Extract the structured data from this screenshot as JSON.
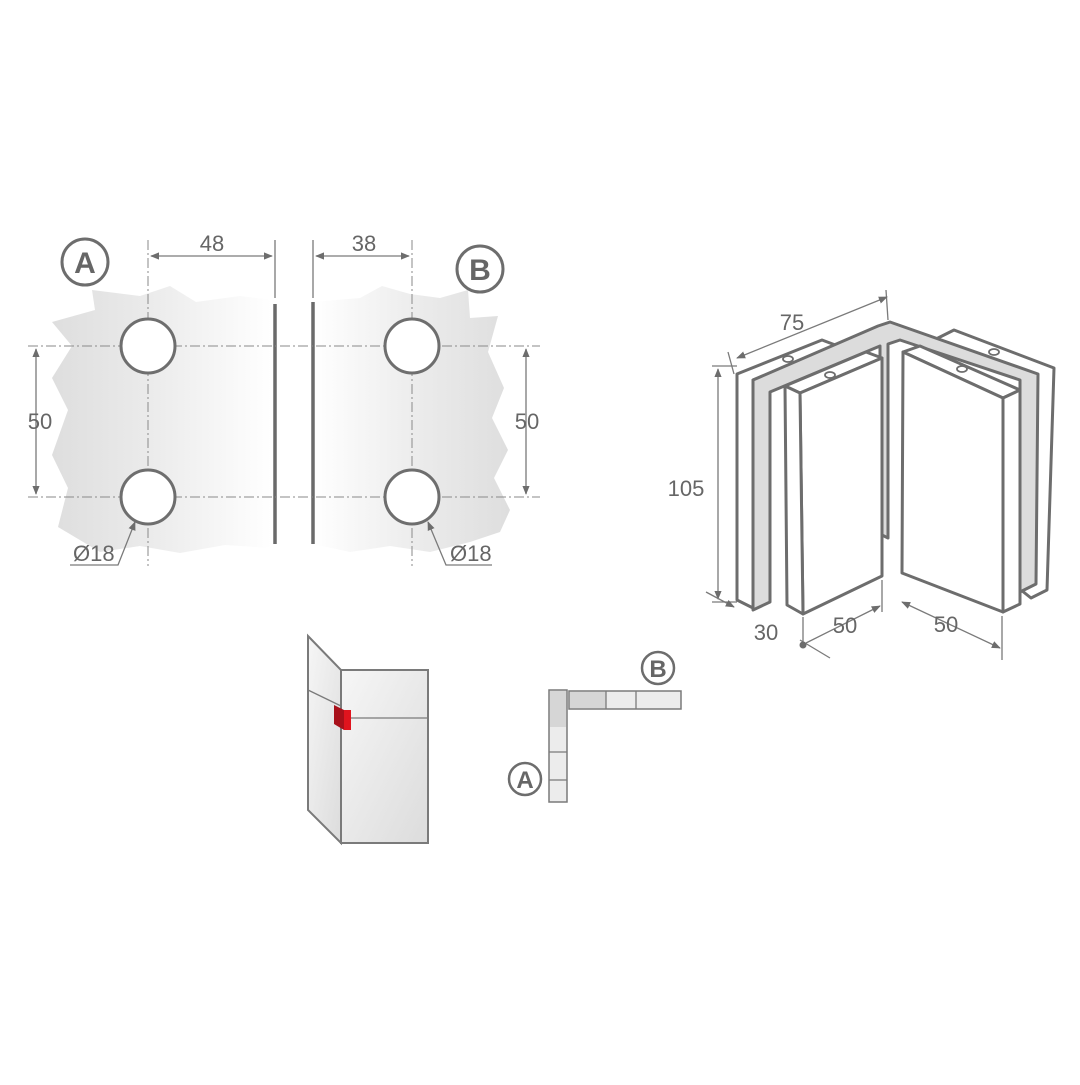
{
  "labels": {
    "glass_a": "A",
    "glass_b": "B",
    "plan_a": "A",
    "plan_b": "B"
  },
  "dimensions": {
    "a_edge_offset": "48",
    "b_edge_offset": "38",
    "a_hole_spacing": "50",
    "b_hole_spacing": "50",
    "a_hole_diameter": "Ø18",
    "b_hole_diameter": "Ø18",
    "hinge_width": "75",
    "hinge_height": "105",
    "hinge_depth": "30",
    "hinge_leaf_a": "50",
    "hinge_leaf_b": "50"
  },
  "colors": {
    "line": "#6d6d6d",
    "glass_fill": "#dcdcdc",
    "hinge_marker": "#e0141e"
  }
}
